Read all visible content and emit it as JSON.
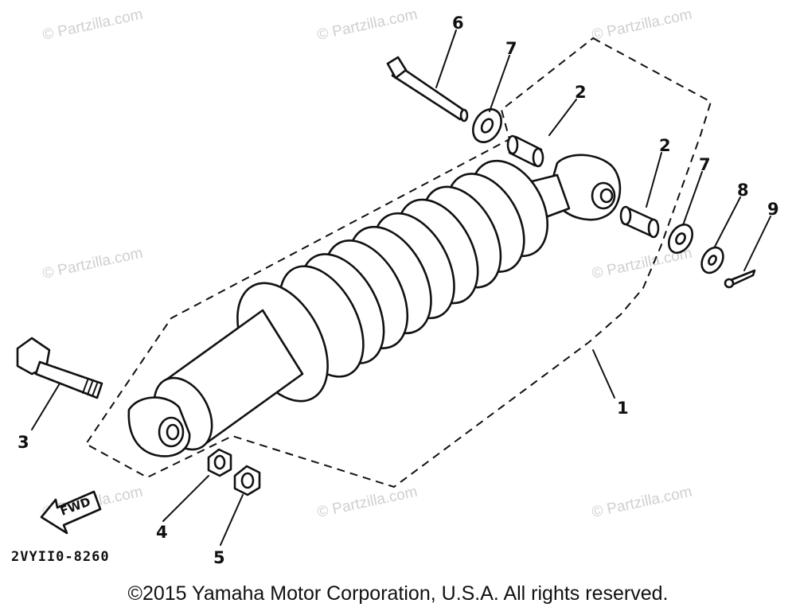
{
  "diagram": {
    "callouts": [
      {
        "id": "1",
        "label": "1"
      },
      {
        "id": "2a",
        "label": "2"
      },
      {
        "id": "2b",
        "label": "2"
      },
      {
        "id": "3",
        "label": "3"
      },
      {
        "id": "4",
        "label": "4"
      },
      {
        "id": "5",
        "label": "5"
      },
      {
        "id": "6",
        "label": "6"
      },
      {
        "id": "7a",
        "label": "7"
      },
      {
        "id": "7b",
        "label": "7"
      },
      {
        "id": "8",
        "label": "8"
      },
      {
        "id": "9",
        "label": "9"
      }
    ],
    "fwd_label": "FWD",
    "diagram_code": "2VYII0-8260",
    "watermark": "© Partzilla.com",
    "copyright": "©2015 Yamaha Motor Corporation, U.S.A. All rights reserved."
  }
}
